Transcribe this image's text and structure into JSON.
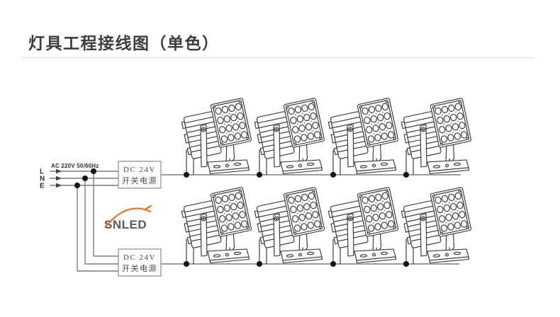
{
  "page": {
    "title": "灯具工程接线图（单色）"
  },
  "diagram": {
    "ac_input_label": "AC 220V 50/60Hz",
    "phase_labels": [
      "L",
      "N",
      "E"
    ],
    "power_supplies": [
      {
        "line1": "DC 24V",
        "line2": "开关电源"
      },
      {
        "line1": "DC 24V",
        "line2": "开关电源"
      }
    ],
    "logo_text": "SNLED",
    "fixtures": {
      "rows": 2,
      "per_row": 4,
      "leds_per_fixture": 16,
      "type": "led-floodlight"
    },
    "colors": {
      "wire": "#7d7d7d",
      "junction_dot": "#141414",
      "line_art": "#2f2f2f",
      "title_text": "#3d3d3d",
      "logo_accent": "#e87422"
    }
  }
}
